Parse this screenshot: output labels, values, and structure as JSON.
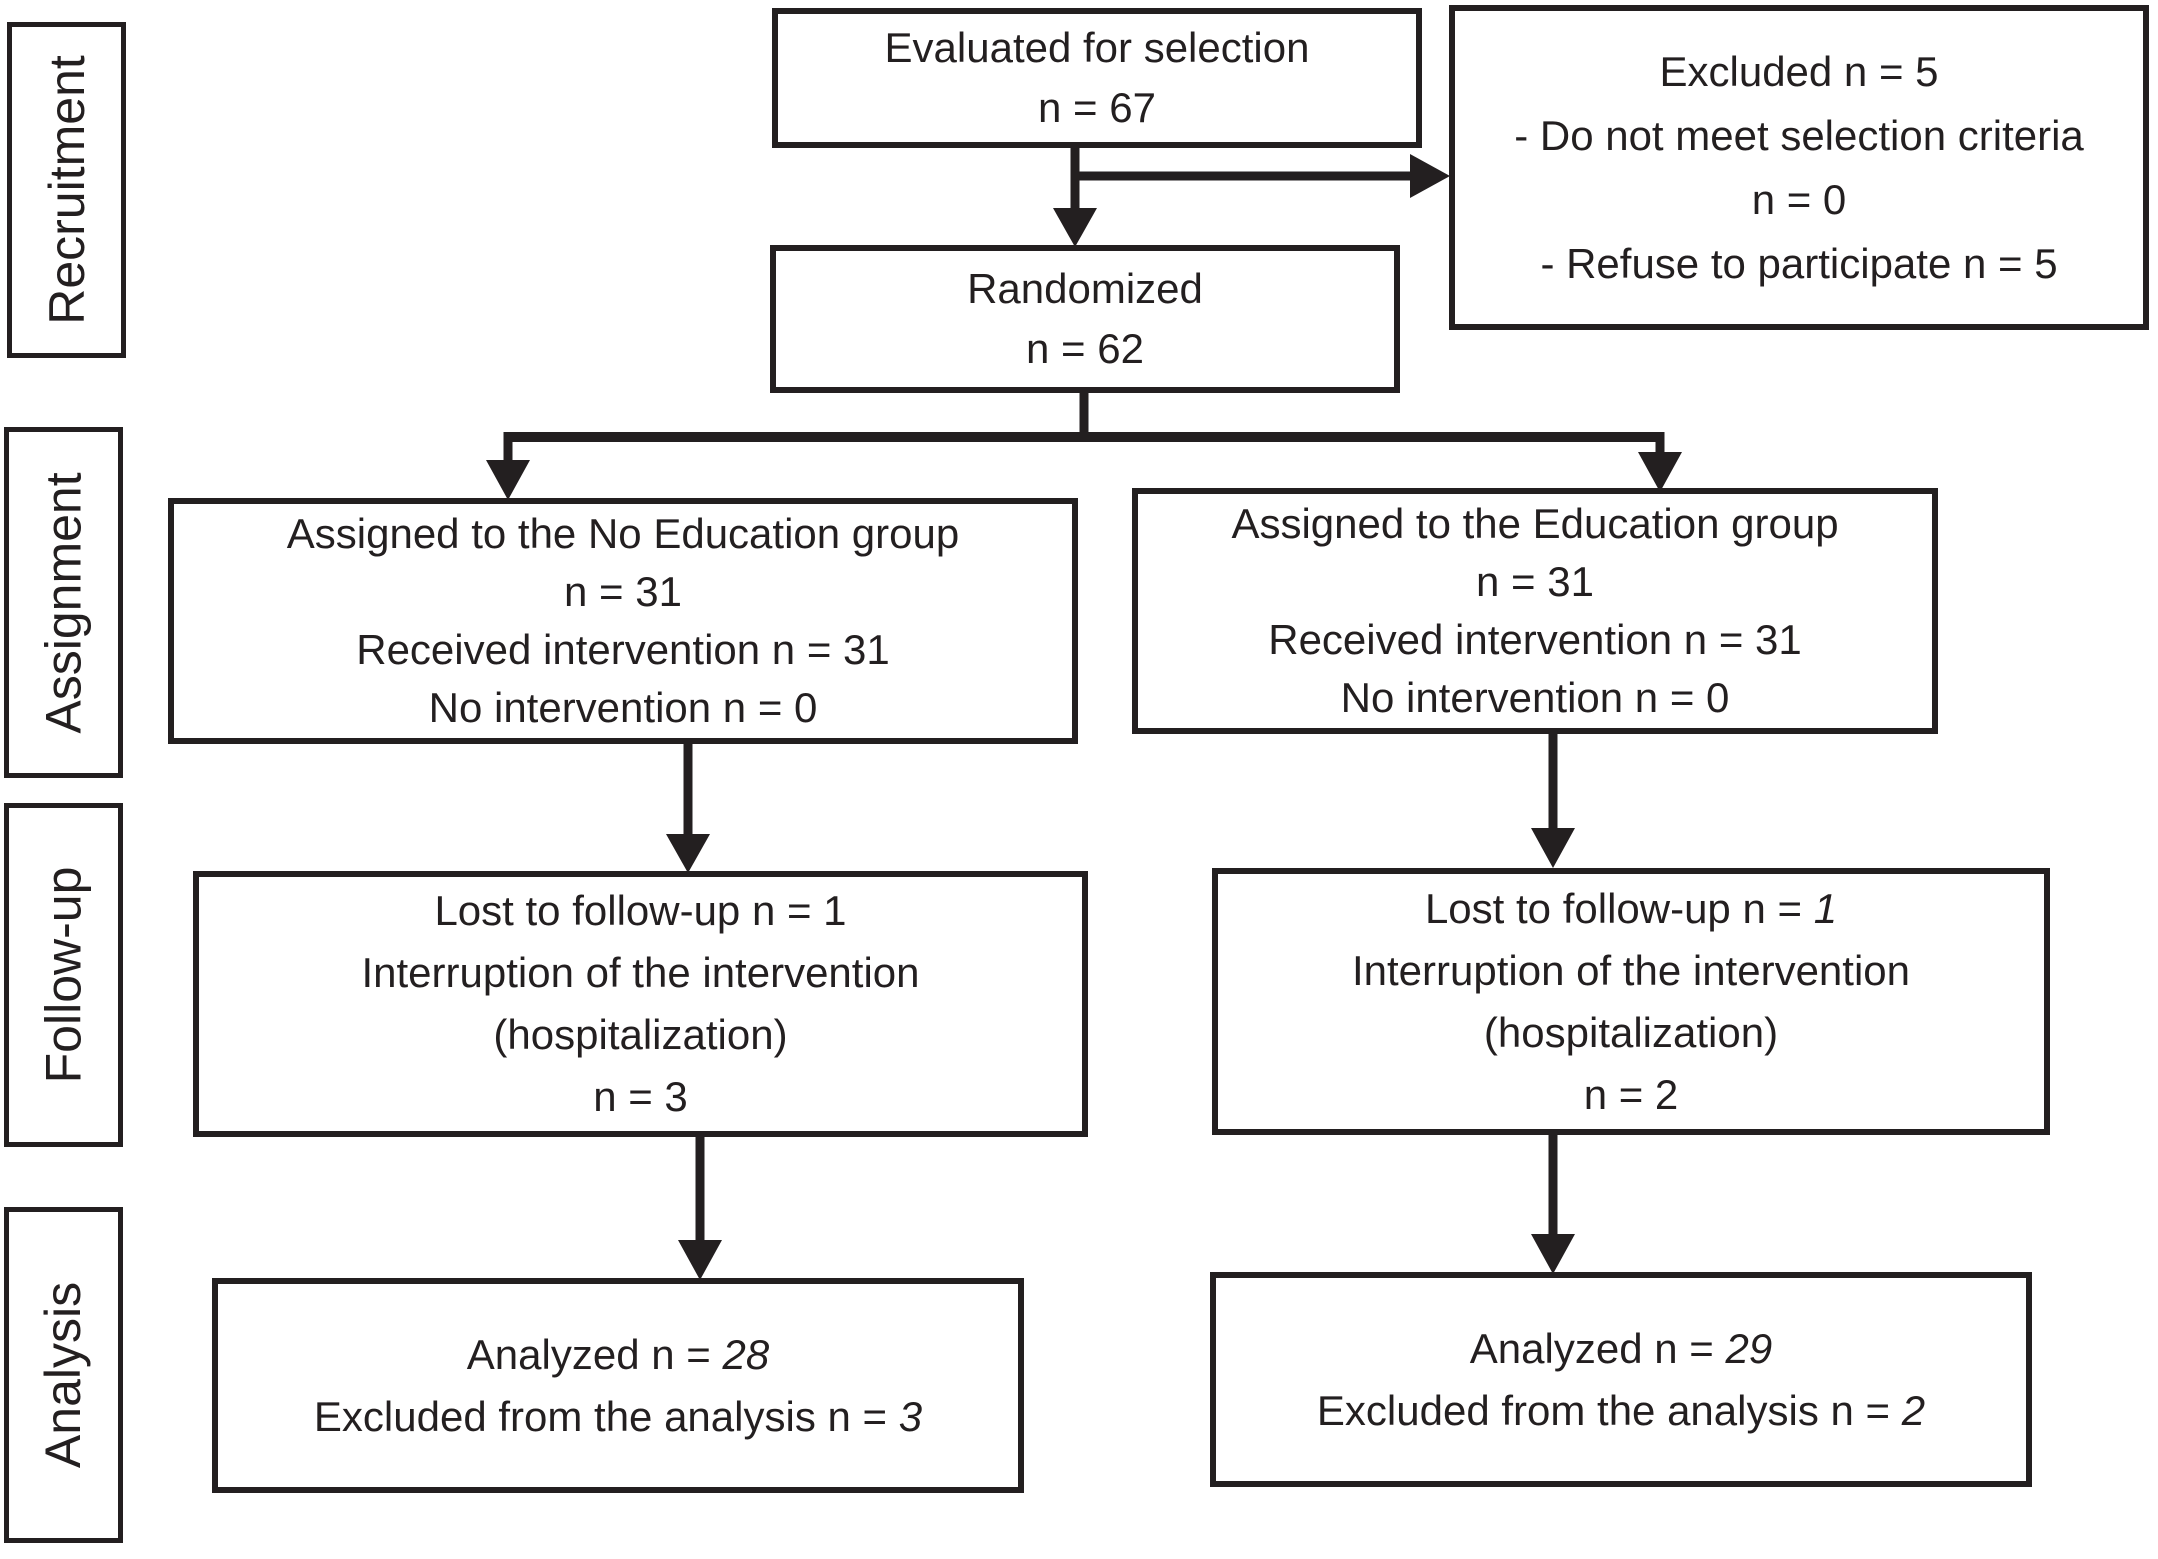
{
  "stages": {
    "recruitment": "Recruitment",
    "assignment": "Assignment",
    "followup": "Follow-up",
    "analysis": "Analysis"
  },
  "boxes": {
    "evaluated": {
      "line1": "Evaluated for selection",
      "line2": "n = 67"
    },
    "excluded": {
      "line1": "Excluded n = 5",
      "line2": "- Do not meet selection criteria",
      "line3": "n = 0",
      "line4": "- Refuse to participate n = 5"
    },
    "randomized": {
      "line1": "Randomized",
      "line2": "n = 62"
    },
    "assigned_no_education": {
      "line1": "Assigned to the No Education group",
      "line2": "n = 31",
      "line3": "Received intervention n = 31",
      "line4": "No intervention n = 0"
    },
    "assigned_education": {
      "line1": "Assigned to the Education group",
      "line2": "n = 31",
      "line3": "Received intervention n = 31",
      "line4": "No intervention n = 0"
    },
    "followup_no_education": {
      "line1": "Lost to follow-up n = 1",
      "line2": "Interruption of the intervention",
      "line3": "(hospitalization)",
      "line4": "n = 3"
    },
    "followup_education": {
      "line1_prefix": "Lost to follow-up n = ",
      "line1_value": "1",
      "line2": "Interruption of the intervention",
      "line3": "(hospitalization)",
      "line4": "n = 2"
    },
    "analysis_no_education": {
      "line1_prefix": "Analyzed n = ",
      "line1_value": "28",
      "line2_prefix": "Excluded from the analysis n = ",
      "line2_value": "3"
    },
    "analysis_education": {
      "line1_prefix": "Analyzed n = ",
      "line1_value": "29",
      "line2_prefix": "Excluded from the analysis n = ",
      "line2_value": "2"
    }
  },
  "colors": {
    "ink": "#231f20",
    "background": "#ffffff"
  }
}
